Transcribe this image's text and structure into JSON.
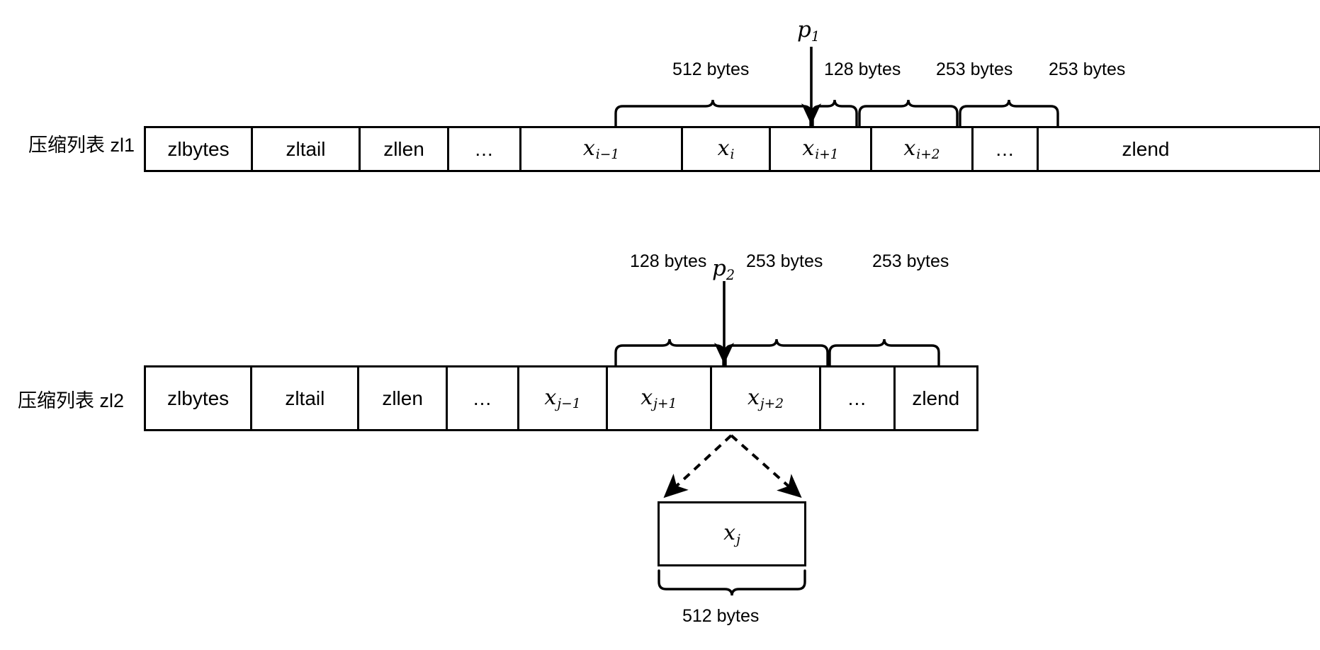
{
  "diagram": {
    "title_rows": [
      {
        "label": "压缩列表 zl1"
      },
      {
        "label": "压缩列表 zl2"
      }
    ],
    "row1": {
      "label": "压缩列表 zl1",
      "cells": [
        {
          "text": "zlbytes",
          "kind": "plain"
        },
        {
          "text": "zltail",
          "kind": "plain"
        },
        {
          "text": "zllen",
          "kind": "plain"
        },
        {
          "text": "...",
          "kind": "dots"
        },
        {
          "text": "x",
          "sub": "i−1",
          "kind": "math"
        },
        {
          "text": "x",
          "sub": "i",
          "kind": "math"
        },
        {
          "text": "x",
          "sub": "i+1",
          "kind": "math"
        },
        {
          "text": "x",
          "sub": "i+2",
          "kind": "math"
        },
        {
          "text": "...",
          "kind": "dots"
        },
        {
          "text": "zlend",
          "kind": "plain"
        }
      ],
      "pointer": {
        "name": "p",
        "sub": "1"
      },
      "size_labels": [
        "512 bytes",
        "128 bytes",
        "253 bytes",
        "253 bytes"
      ]
    },
    "row2": {
      "label": "压缩列表 zl2",
      "cells": [
        {
          "text": "zlbytes",
          "kind": "plain"
        },
        {
          "text": "zltail",
          "kind": "plain"
        },
        {
          "text": "zllen",
          "kind": "plain"
        },
        {
          "text": "...",
          "kind": "dots"
        },
        {
          "text": "x",
          "sub": "j−1",
          "kind": "math"
        },
        {
          "text": "x",
          "sub": "j+1",
          "kind": "math"
        },
        {
          "text": "x",
          "sub": "j+2",
          "kind": "math"
        },
        {
          "text": "...",
          "kind": "dots"
        },
        {
          "text": "zlend",
          "kind": "plain"
        }
      ],
      "pointer": {
        "name": "p",
        "sub": "2"
      },
      "size_labels": [
        "128 bytes",
        "253 bytes",
        "253 bytes"
      ]
    },
    "detached": {
      "entry": {
        "text": "x",
        "sub": "j"
      },
      "size_label": "512 bytes"
    },
    "colors": {
      "stroke": "#000000",
      "fill": "#ffffff"
    }
  }
}
